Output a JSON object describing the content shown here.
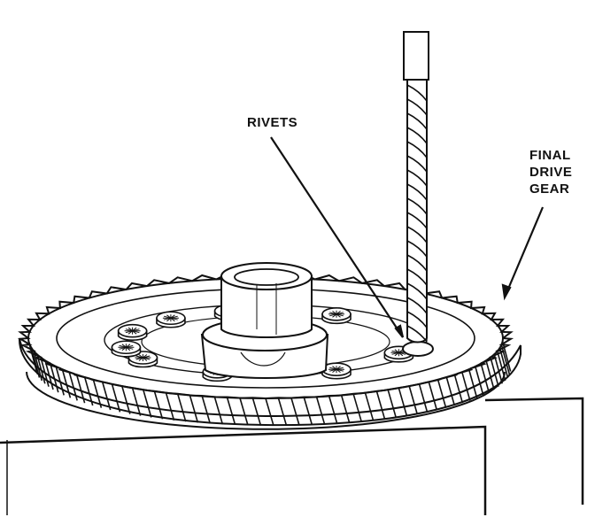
{
  "labels": {
    "rivets": "RIVETS",
    "final_drive_gear": [
      "FINAL",
      "DRIVE",
      "GEAR"
    ]
  },
  "colors": {
    "ink": "#111111",
    "paper": "#ffffff"
  }
}
